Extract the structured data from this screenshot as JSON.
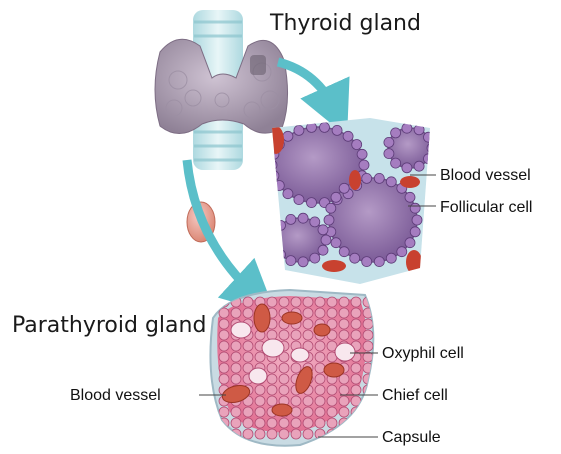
{
  "titles": {
    "thyroid": "Thyroid gland",
    "parathyroid": "Parathyroid gland"
  },
  "labels": {
    "thyroid_blood_vessel": "Blood vessel",
    "follicular_cell": "Follicular cell",
    "oxyphil_cell": "Oxyphil cell",
    "parathyroid_blood_vessel": "Blood vessel",
    "chief_cell": "Chief cell",
    "capsule": "Capsule"
  },
  "colors": {
    "arrow": "#5bbfc9",
    "thyroid_tissue": "#b8a9bd",
    "follicle_colloid": "#8f74a8",
    "cell_purple": "#9d76b8",
    "blood": "#c8412f",
    "parathyroid_tissue": "#d88da7",
    "capsule": "#bfd2dc",
    "trachea": "#b9e0e6"
  }
}
